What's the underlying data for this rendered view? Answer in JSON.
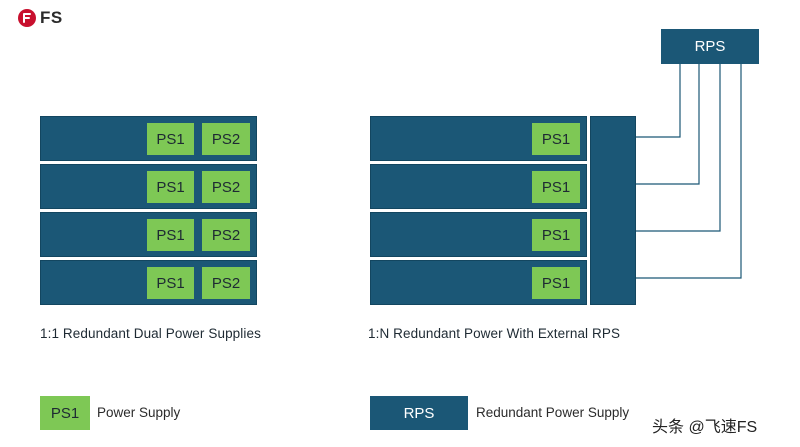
{
  "brand": {
    "logo_text": "FS"
  },
  "left_diagram": {
    "caption": "1:1 Redundant Dual Power Supplies",
    "units": [
      {
        "ps_a": "PS1",
        "ps_b": "PS2"
      },
      {
        "ps_a": "PS1",
        "ps_b": "PS2"
      },
      {
        "ps_a": "PS1",
        "ps_b": "PS2"
      },
      {
        "ps_a": "PS1",
        "ps_b": "PS2"
      }
    ]
  },
  "right_diagram": {
    "caption": "1:N Redundant Power With External RPS",
    "rps_label": "RPS",
    "units": [
      {
        "ps": "PS1"
      },
      {
        "ps": "PS1"
      },
      {
        "ps": "PS1"
      },
      {
        "ps": "PS1"
      }
    ]
  },
  "legend": {
    "ps_swatch_label": "PS1",
    "ps_text": "Power Supply",
    "rps_swatch_label": "RPS",
    "rps_text": "Redundant Power Supply"
  },
  "watermark": "头条 @飞速FS",
  "colors": {
    "switch_body": "#1b5776",
    "power_supply": "#7ec855",
    "brand_red": "#c8102e"
  }
}
